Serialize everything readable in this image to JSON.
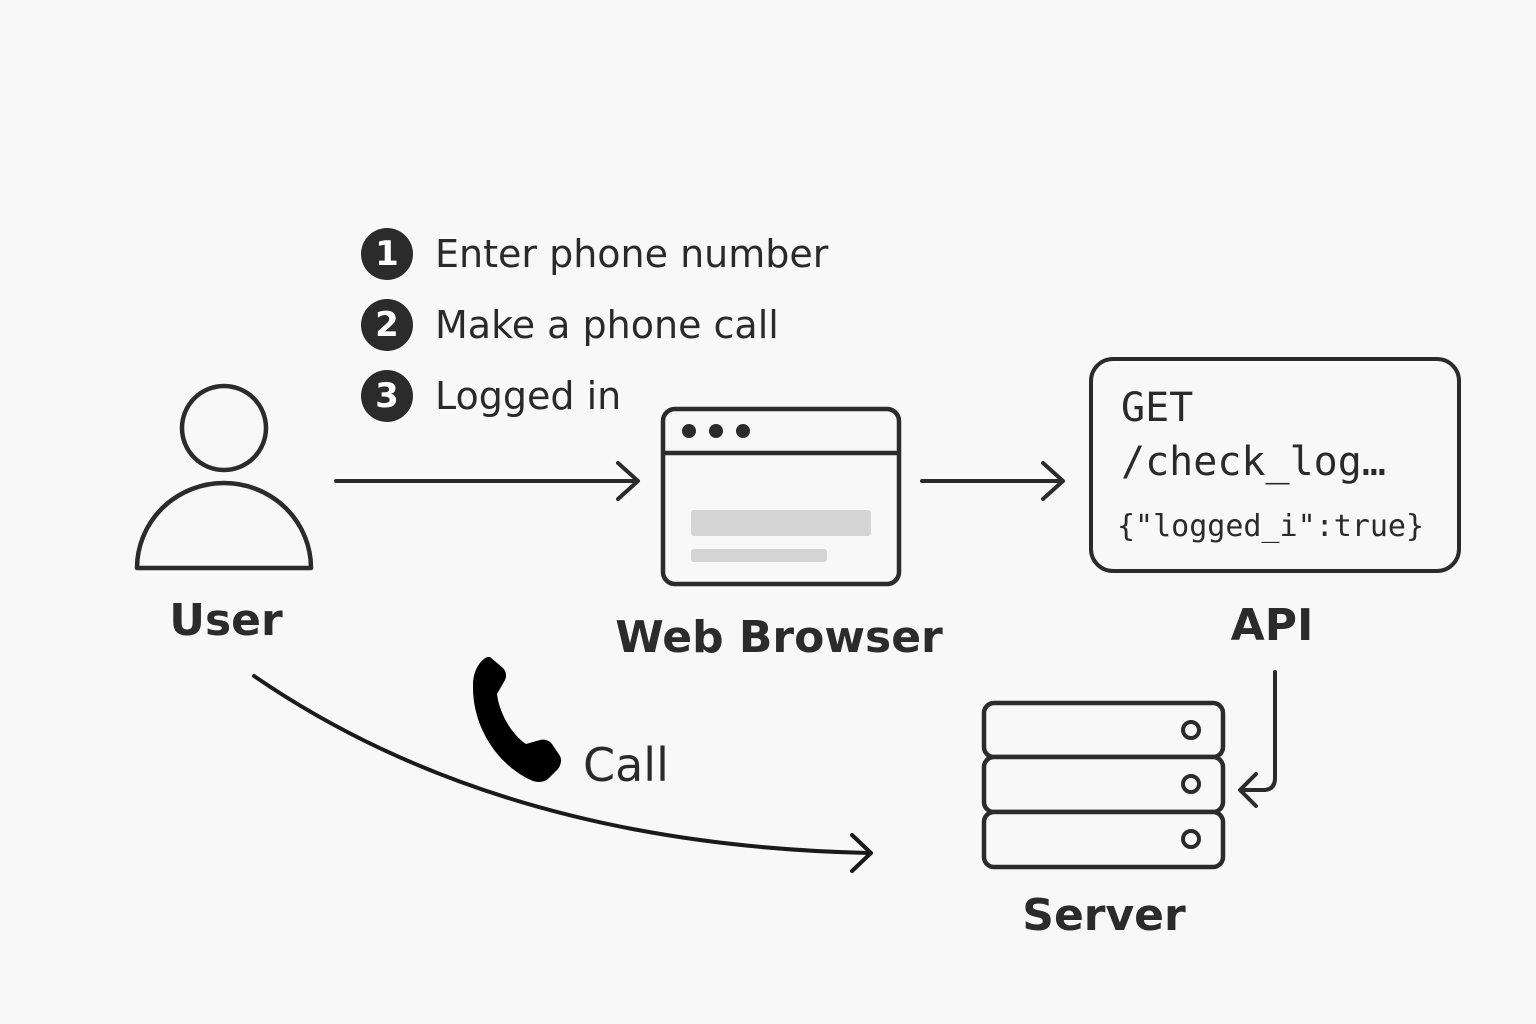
{
  "steps": [
    {
      "number": "1",
      "text": "Enter phone number"
    },
    {
      "number": "2",
      "text": "Make a phone call"
    },
    {
      "number": "3",
      "text": "Logged in"
    }
  ],
  "nodes": {
    "user": {
      "label": "User",
      "icon": "user-icon"
    },
    "browser": {
      "label": "Web Browser",
      "icon": "browser-window-icon"
    },
    "api": {
      "label": "API",
      "method": "GET",
      "path": "/check_log…",
      "response": "{\"logged_i\":true}"
    },
    "server": {
      "label": "Server",
      "icon": "server-stack-icon"
    }
  },
  "call": {
    "label": "Call",
    "icon": "phone-icon"
  },
  "colors": {
    "background": "#f8f8f8",
    "stroke": "#2b2b2b",
    "placeholder_bar": "#d4d4d4"
  }
}
